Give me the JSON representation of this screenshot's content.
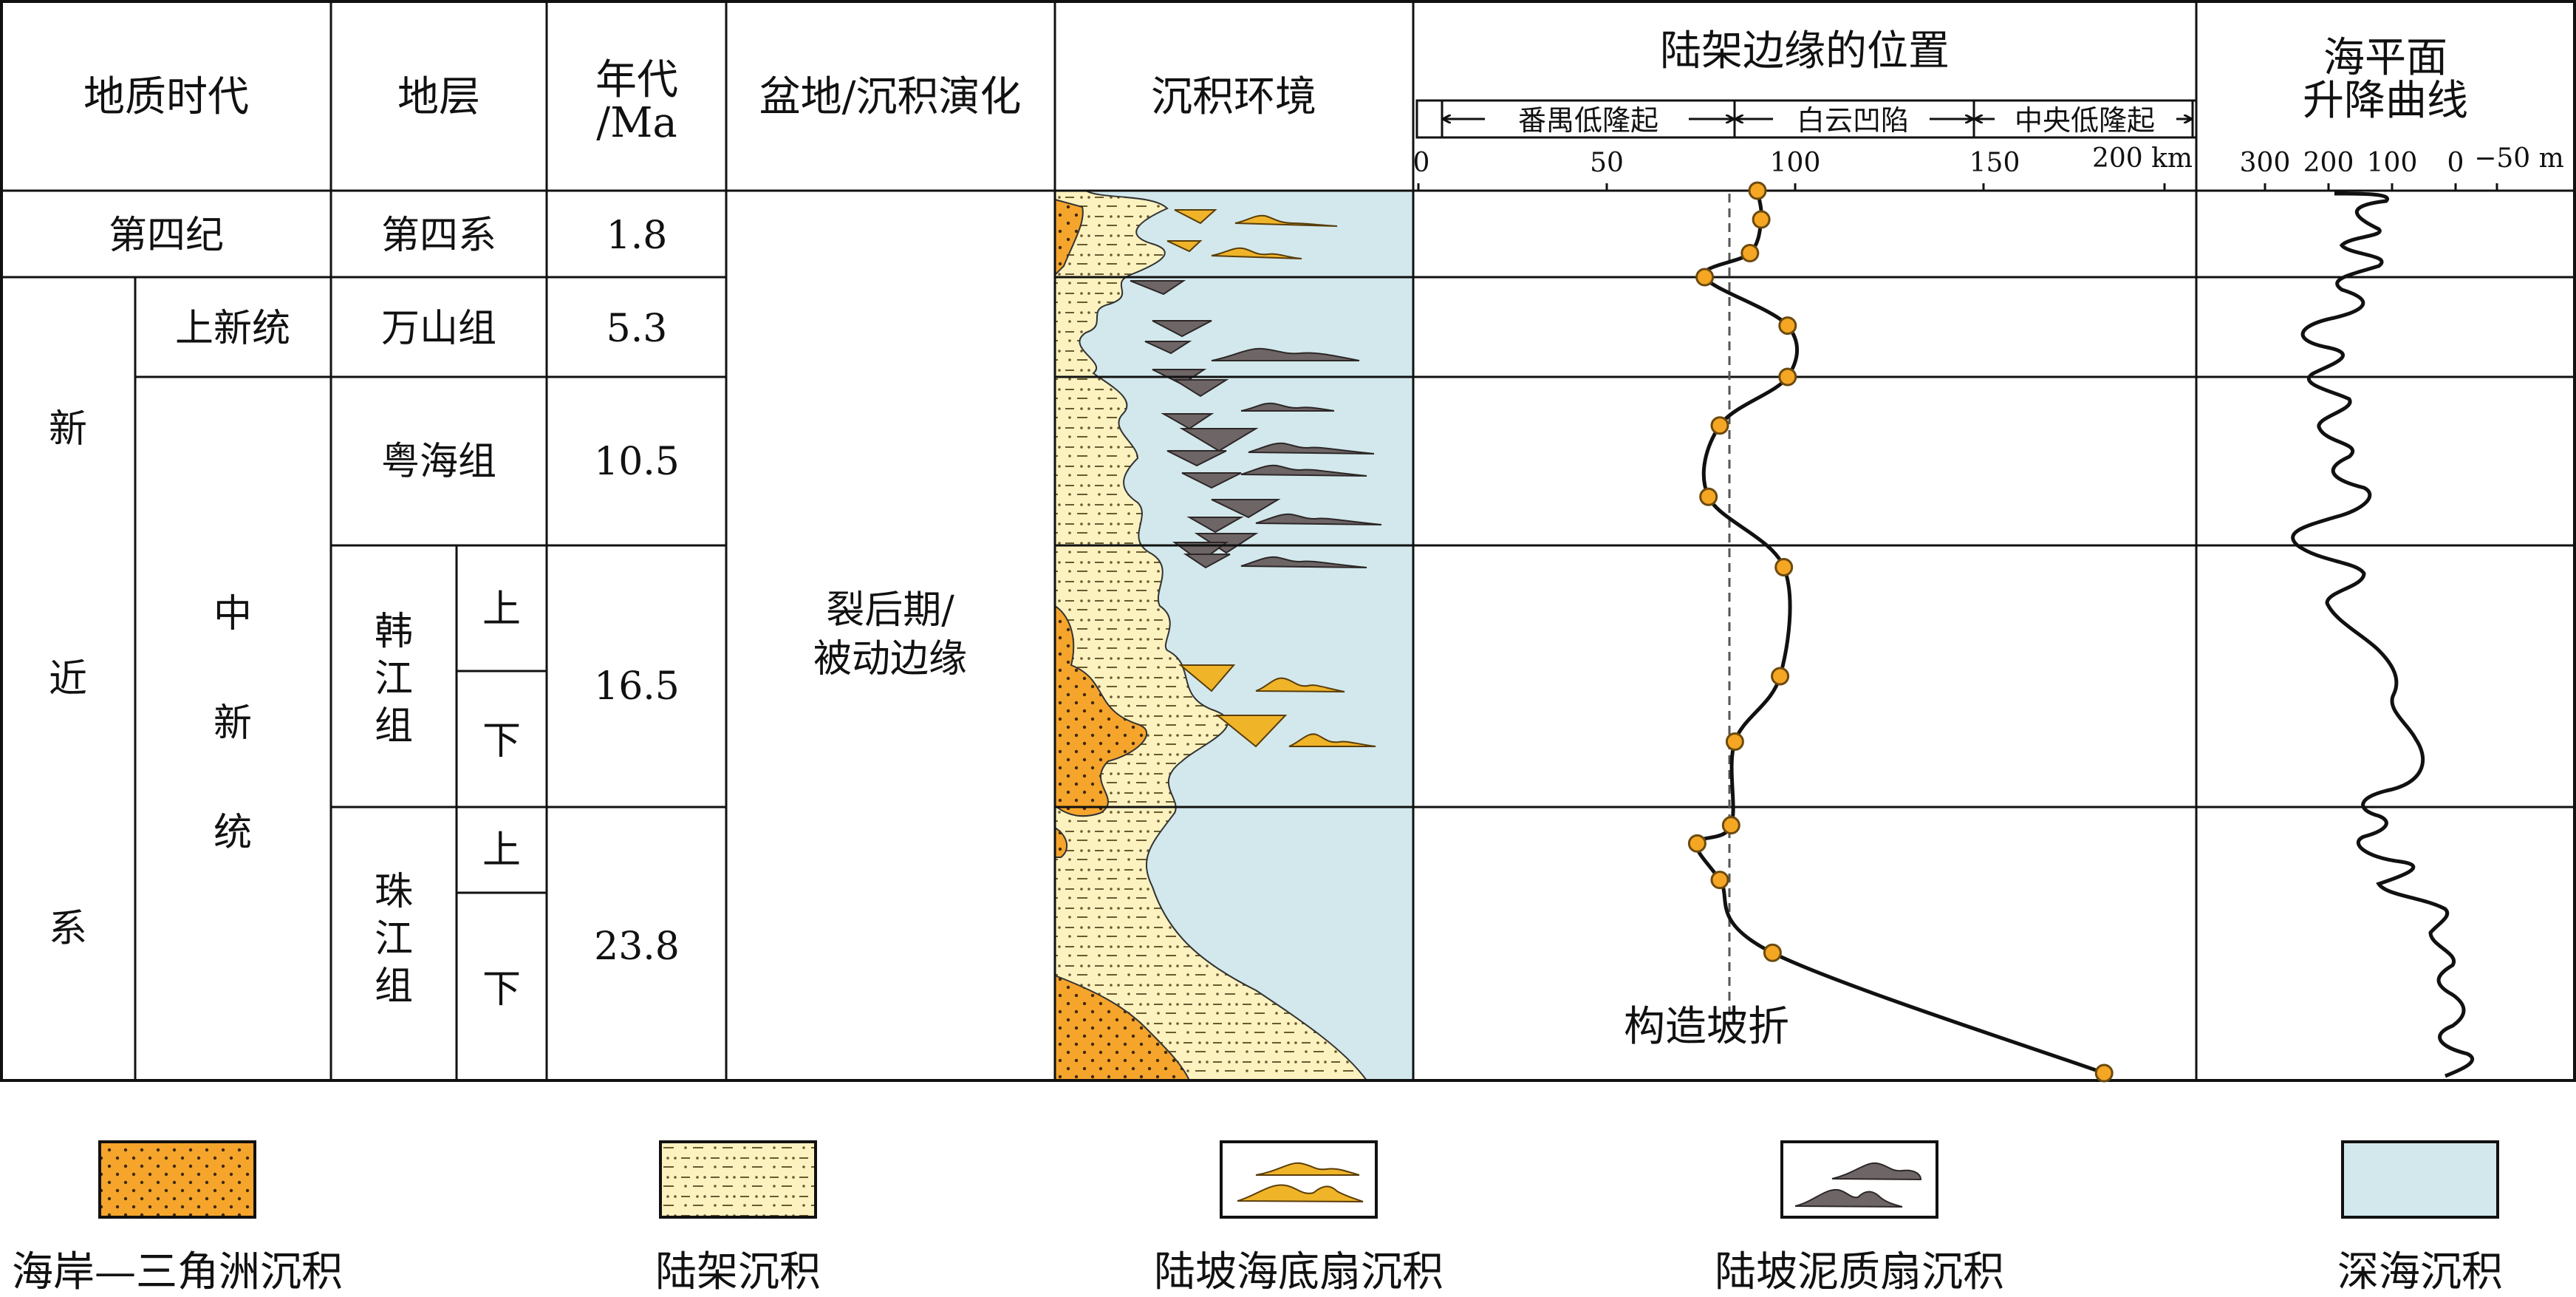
{
  "headers": {
    "era": "地质时代",
    "stratum": "地层",
    "age": "年代\n/Ma",
    "basin": "盆地/沉积演化",
    "environment": "沉积环境",
    "shelf_edge": "陆架边缘的位置",
    "sea_level": "海平面\n升降曲线"
  },
  "shelf_regions": [
    "番禺低隆起",
    "白云凹陷",
    "中央低隆起"
  ],
  "shelf_axis": {
    "ticks": [
      "0",
      "50",
      "100",
      "150",
      "200 km"
    ]
  },
  "sea_axis": {
    "ticks": [
      "300",
      "200",
      "100",
      "0",
      "−50 m"
    ]
  },
  "rows": [
    {
      "period": "第四纪",
      "epoch": "",
      "formation": "第四系",
      "age": "1.8"
    },
    {
      "period": "新近系",
      "epoch": "上新统",
      "formation": "万山组",
      "age": "5.3"
    },
    {
      "period": "新近系",
      "epoch": "中新统",
      "formation": "粤海组",
      "age": "10.5"
    },
    {
      "period": "新近系",
      "epoch": "中新统",
      "formation": "韩江组",
      "age": "16.5"
    },
    {
      "period": "新近系",
      "epoch": "中新统",
      "formation": "珠江组",
      "age": "23.8"
    }
  ],
  "period_neogene": "新\n近\n系",
  "epoch_miocene": "中\n新\n统",
  "formation_hanjiang": "韩\n江\n组",
  "formation_zhujiang": "珠\n江\n组",
  "sub_upper": "上",
  "sub_lower": "下",
  "basin_stage": "裂后期/\n被动边缘",
  "structural_break_label": "构造坡折",
  "legend": [
    {
      "label": "海岸—三角洲沉积",
      "icon": "coastal-delta-swatch",
      "color": "#f6a52c"
    },
    {
      "label": "陆架沉积",
      "icon": "shelf-swatch",
      "color": "#fbf2c0"
    },
    {
      "label": "陆坡海底扇沉积",
      "icon": "slope-fan-swatch",
      "color": "#f0b429"
    },
    {
      "label": "陆坡泥质扇沉积",
      "icon": "mud-fan-swatch",
      "color": "#6e6566"
    },
    {
      "label": "深海沉积",
      "icon": "deep-sea-swatch",
      "color": "#d2e8ec"
    }
  ],
  "chart_data": {
    "type": "line",
    "series": [
      {
        "values": [
          {
            "age": 0.0,
            "distance_km": 90
          },
          {
            "age": 0.6,
            "distance_km": 91
          },
          {
            "age": 1.3,
            "distance_km": 88
          },
          {
            "age": 1.8,
            "distance_km": 76
          },
          {
            "age": 3.5,
            "distance_km": 98
          },
          {
            "age": 5.3,
            "distance_km": 98
          },
          {
            "age": 6.8,
            "distance_km": 80
          },
          {
            "age": 9.0,
            "distance_km": 77
          },
          {
            "age": 11.0,
            "distance_km": 97
          },
          {
            "age": 13.5,
            "distance_km": 96
          },
          {
            "age": 15.0,
            "distance_km": 84
          },
          {
            "age": 17.0,
            "distance_km": 83
          },
          {
            "age": 17.5,
            "distance_km": 74
          },
          {
            "age": 18.5,
            "distance_km": 80
          },
          {
            "age": 20.5,
            "distance_km": 94
          },
          {
            "age": 23.8,
            "distance_km": 182
          }
        ]
      }
    ],
    "colors": {
      "line": "#111111",
      "marker_fill": "#f5a623",
      "marker_edge": "#6b4a10",
      "break_line": "#555555"
    }
  }
}
